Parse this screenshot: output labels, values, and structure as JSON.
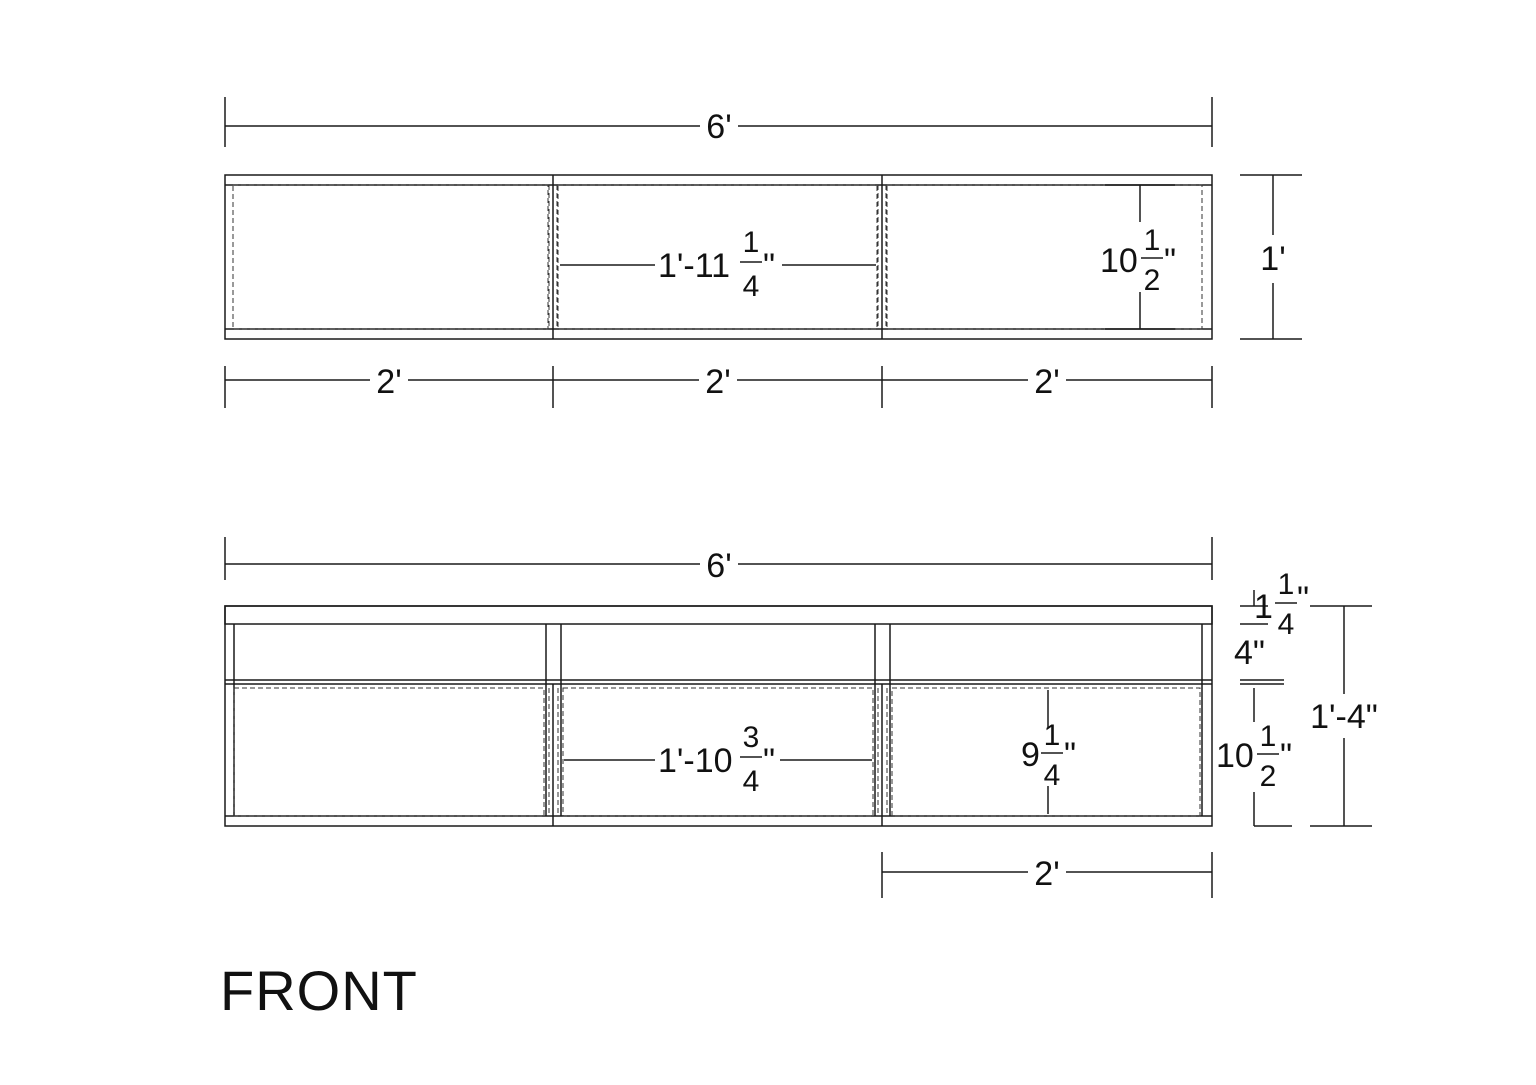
{
  "view_label": "FRONT",
  "plan_view": {
    "overall_width": "6'",
    "depth": "1'",
    "module_width": "2'",
    "inner_width": {
      "whole": "1'-11",
      "num": "1",
      "den": "4",
      "unit": "\""
    },
    "inner_depth": {
      "whole": "10",
      "num": "1",
      "den": "2",
      "unit": "\""
    }
  },
  "front_view": {
    "overall_width": "6'",
    "overall_height": "1'-4\"",
    "module_width": "2'",
    "top_thickness": {
      "whole": "1",
      "num": "1",
      "den": "4",
      "unit": "\""
    },
    "upper_gap": "4\"",
    "lower_height": {
      "whole": "10",
      "num": "1",
      "den": "2",
      "unit": "\""
    },
    "inner_width": {
      "whole": "1'-10",
      "num": "3",
      "den": "4",
      "unit": "\""
    },
    "inner_height": {
      "whole": "9",
      "num": "1",
      "den": "4",
      "unit": "\""
    }
  }
}
